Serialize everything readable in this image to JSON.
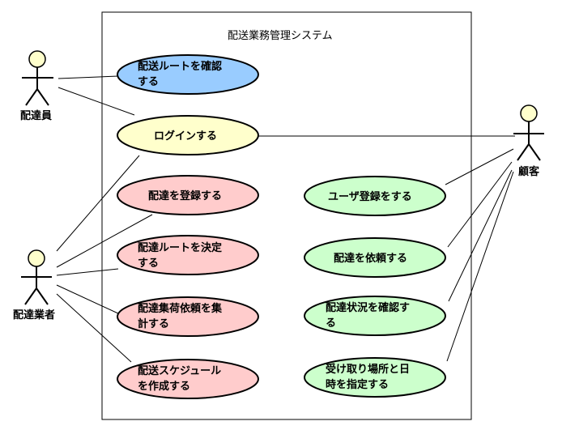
{
  "system": {
    "title": "配送業務管理システム"
  },
  "actors": {
    "delivery_staff": {
      "label": "配達員"
    },
    "delivery_company": {
      "label": "配達業者"
    },
    "customer": {
      "label": "顧客"
    }
  },
  "use_cases": {
    "confirm_route": {
      "lines": [
        "配送ルートを確認",
        "する"
      ],
      "color": "#99ccff"
    },
    "login": {
      "lines": [
        "ログインする"
      ],
      "color": "#ffffcc"
    },
    "register_delivery": {
      "lines": [
        "配達を登録する"
      ],
      "color": "#ffcccc"
    },
    "decide_route": {
      "lines": [
        "配達ルートを決定",
        "する"
      ],
      "color": "#ffcccc"
    },
    "aggregate_requests": {
      "lines": [
        "配達集荷依頼を集",
        "計する"
      ],
      "color": "#ffcccc"
    },
    "create_schedule": {
      "lines": [
        "配送スケジュール",
        "を作成する"
      ],
      "color": "#ffcccc"
    },
    "register_user": {
      "lines": [
        "ユーザ登録をする"
      ],
      "color": "#ccffcc"
    },
    "request_delivery": {
      "lines": [
        "配達を依頼する"
      ],
      "color": "#ccffcc"
    },
    "confirm_status": {
      "lines": [
        "配達状況を確認す",
        "る"
      ],
      "color": "#ccffcc"
    },
    "specify_place_time": {
      "lines": [
        "受け取り場所と日",
        "時を指定する"
      ],
      "color": "#ccffcc"
    }
  }
}
